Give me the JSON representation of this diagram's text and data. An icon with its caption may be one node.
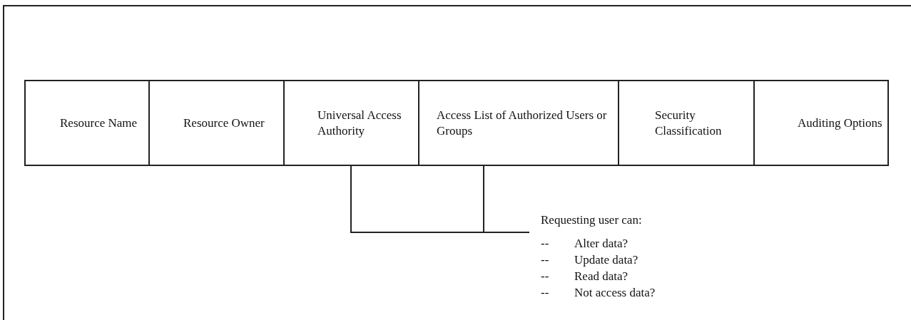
{
  "diagram": {
    "nodes": [
      {
        "text": [
          "Resource Name"
        ]
      },
      {
        "text": [
          "Resource Owner"
        ]
      },
      {
        "text": [
          "Universal Access Authority"
        ]
      },
      {
        "text": [
          "Access List of Authorized Users or Groups"
        ]
      },
      {
        "text": [
          "Security Classification"
        ]
      },
      {
        "text": [
          "Auditing Options"
        ]
      },
      {
        "text": [
          "Requesting user can:",
          "--",
          "Alter data?",
          "--",
          "Update data?",
          "--",
          "Read data?",
          "--",
          "Not access data?"
        ]
      }
    ],
    "edges": [
      {
        "from": 2,
        "to": 6,
        "arrow": "none"
      },
      {
        "from": 3,
        "to": 6,
        "arrow": "none"
      }
    ]
  }
}
